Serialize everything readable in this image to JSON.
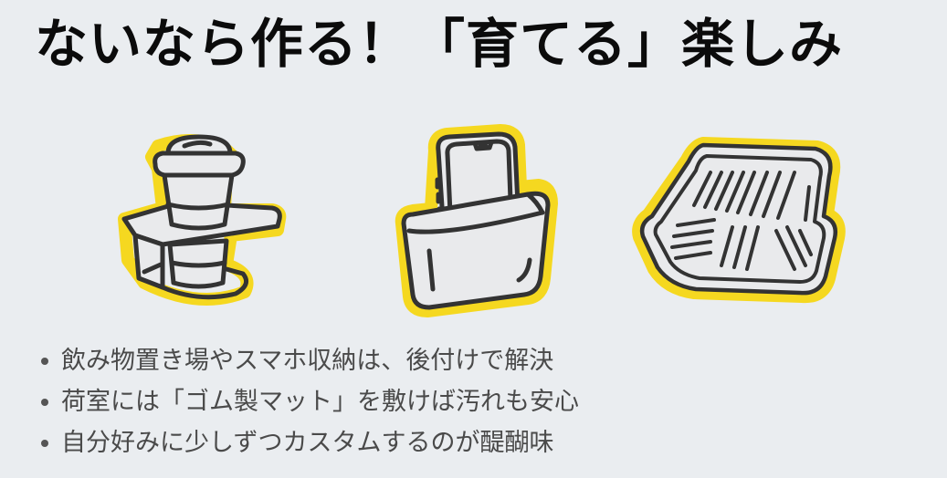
{
  "slide": {
    "title": "ないなら作る！「育てる」楽しみ",
    "illustrations": [
      {
        "name": "cup-holder-icon",
        "label": "ドリンクホルダー"
      },
      {
        "name": "phone-pocket-icon",
        "label": "スマホ収納"
      },
      {
        "name": "rubber-floor-mat-icon",
        "label": "ゴム製マット"
      }
    ],
    "bullets": [
      "飲み物置き場やスマホ収納は、後付けで解決",
      "荷室には「ゴム製マット」を敷けば汚れも安心",
      "自分好みに少しずつカスタムするのが醍醐味"
    ],
    "colors": {
      "background": "#eaedf0",
      "title": "#0b0b0b",
      "body_text": "#4a4a4a",
      "highlight_outline": "#f5d820",
      "line_art": "#333333",
      "fill": "#e9eaec"
    }
  }
}
